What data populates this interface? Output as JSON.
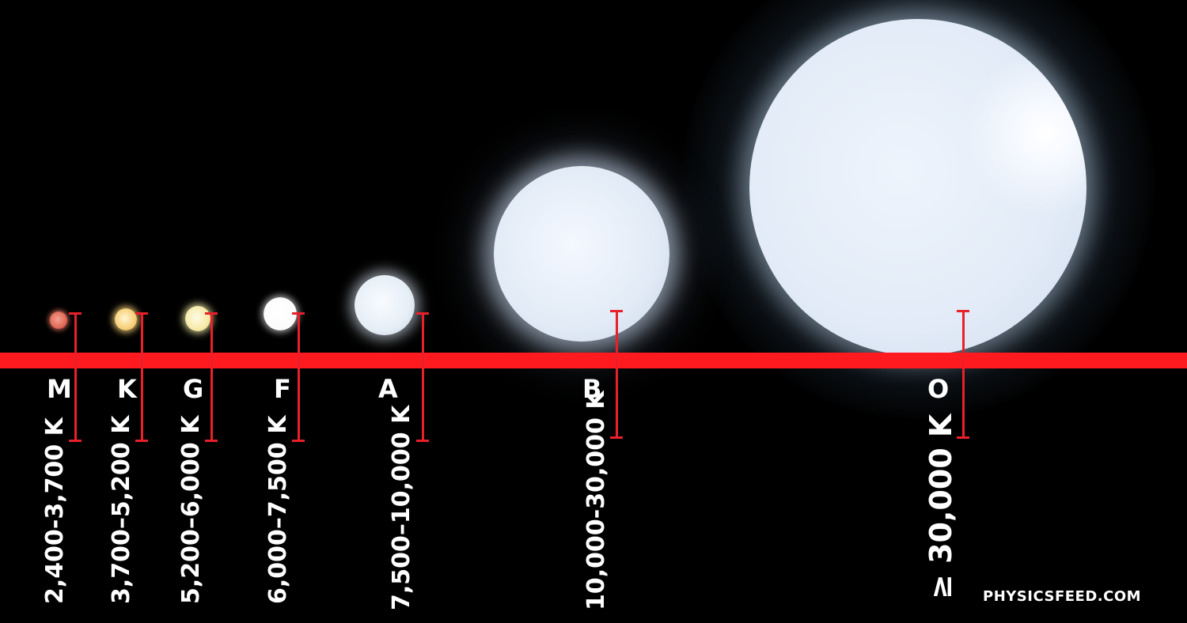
{
  "spectral_classes": [
    {
      "letter": "M",
      "temperature": "2,400-3,700 K",
      "color": "#e06a58"
    },
    {
      "letter": "K",
      "temperature": "3,700–5,200 K",
      "color": "#f8d27e"
    },
    {
      "letter": "G",
      "temperature": "5,200–6,000 K",
      "color": "#f6eaa8"
    },
    {
      "letter": "F",
      "temperature": "6,000–7,500 K",
      "color": "#ffffff"
    },
    {
      "letter": "A",
      "temperature": "7,500–10,000 K",
      "color": "#e6eef6"
    },
    {
      "letter": "B",
      "temperature": "10,000-30,000 K",
      "color": "#e2ebf6"
    },
    {
      "letter": "O",
      "temperature": "≥ 30,000 K",
      "color": "#e2ebf7"
    }
  ],
  "axis_color": "#ff1a1f",
  "watermark": "PHYSICSFEED.COM"
}
